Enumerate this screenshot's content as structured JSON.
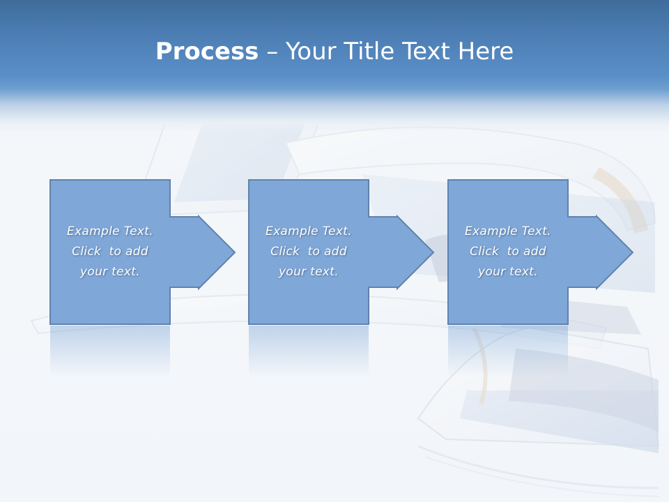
{
  "title": {
    "strong": "Process",
    "light": " – Your Title Text Here"
  },
  "steps": [
    {
      "line1": "Example Text.",
      "line2": "Click  to add",
      "line3": "your text."
    },
    {
      "line1": "Example Text.",
      "line2": "Click  to add",
      "line3": "your text."
    },
    {
      "line1": "Example Text.",
      "line2": "Click  to add",
      "line3": "your text."
    }
  ],
  "colors": {
    "header": "#4f83bb",
    "box_fill": "#7fa7d7",
    "box_stroke": "#5f82ad",
    "text": "#ffffff"
  }
}
